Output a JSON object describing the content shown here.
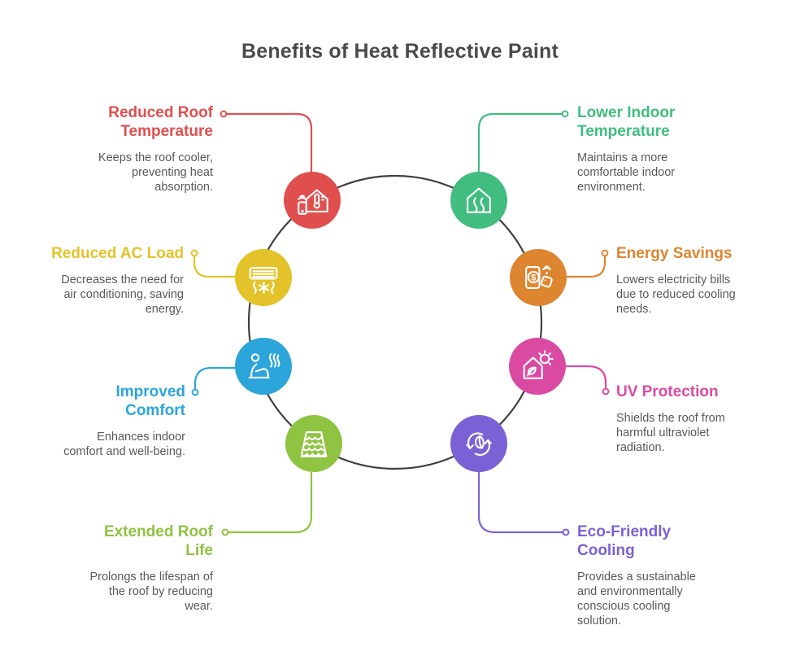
{
  "title": {
    "text": "Benefits of Heat Reflective Paint",
    "color": "#4A4A4A"
  },
  "theme": {
    "background": "#FFFFFF",
    "ring_color": "#3F3F3F",
    "description_color": "#58595B"
  },
  "items": [
    {
      "id": "reduced-roof-temperature",
      "label": "Reduced Roof\nTemperature",
      "description": "Keeps the roof cooler,\npreventing heat\nabsorption.",
      "color": "#E04F4E",
      "icon": "smart-thermostat-icon"
    },
    {
      "id": "lower-indoor-temperature",
      "label": "Lower Indoor\nTemperature",
      "description": "Maintains a more\ncomfortable indoor\nenvironment.",
      "color": "#41BD80",
      "icon": "warm-house-icon"
    },
    {
      "id": "reduced-ac-load",
      "label": "Reduced AC Load",
      "description": "Decreases the need for\nair conditioning, saving\nenergy.",
      "color": "#E3C329",
      "icon": "air-conditioner-icon"
    },
    {
      "id": "energy-savings",
      "label": "Energy Savings",
      "description": "Lowers electricity bills\ndue to reduced cooling\nneeds.",
      "color": "#DE8530",
      "icon": "money-savings-icon"
    },
    {
      "id": "improved-comfort",
      "label": "Improved\nComfort",
      "description": "Enhances indoor\ncomfort and well-being.",
      "color": "#2CA5DB",
      "icon": "person-relaxing-icon"
    },
    {
      "id": "uv-protection",
      "label": "UV Protection",
      "description": "Shields the roof from\nharmful ultraviolet\nradiation.",
      "color": "#DB4AA2",
      "icon": "eco-house-sun-icon"
    },
    {
      "id": "extended-roof-life",
      "label": "Extended Roof\nLife",
      "description": "Prolongs the lifespan of\nthe roof by reducing\nwear.",
      "color": "#8FC342",
      "icon": "roof-tiles-icon"
    },
    {
      "id": "eco-friendly-cooling",
      "label": "Eco-Friendly\nCooling",
      "description": "Provides a sustainable\nand environmentally\nconscious cooling\nsolution.",
      "color": "#7B61D6",
      "icon": "leaf-recycle-icon"
    }
  ]
}
